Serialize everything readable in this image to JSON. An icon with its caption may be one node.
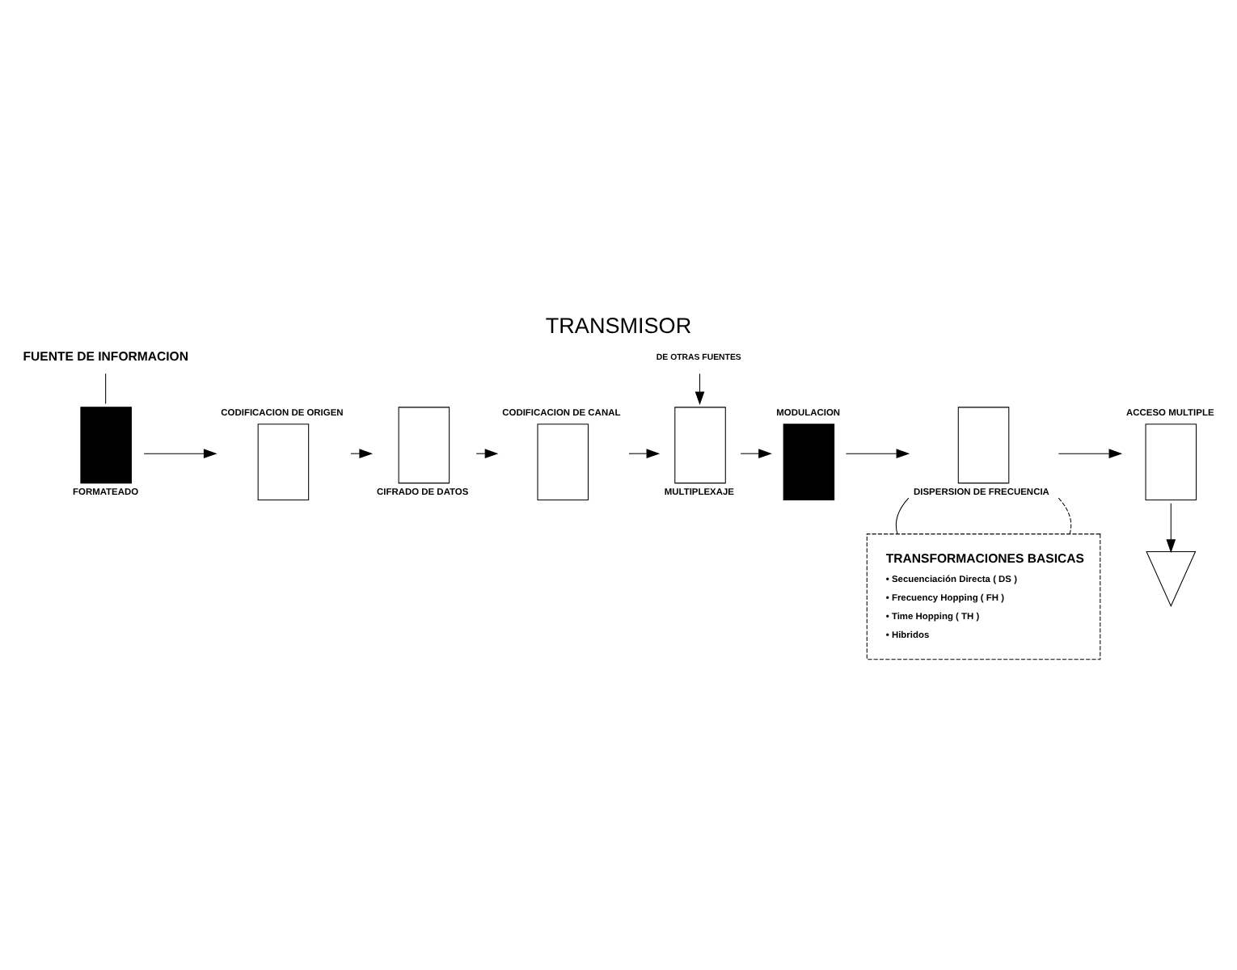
{
  "diagram": {
    "title": "TRANSMISOR",
    "nodes": [
      {
        "text": [
          "FUENTE DE INFORMACION"
        ]
      },
      {
        "text": [
          "FORMATEADO"
        ]
      },
      {
        "text": [
          "CODIFICACION DE ORIGEN"
        ]
      },
      {
        "text": [
          "CIFRADO DE DATOS"
        ]
      },
      {
        "text": [
          "CODIFICACION DE CANAL"
        ]
      },
      {
        "text": [
          "MULTIPLEXAJE"
        ]
      },
      {
        "text": [
          "MODULACION"
        ]
      },
      {
        "text": [
          "DISPERSION DE FRECUENCIA"
        ]
      },
      {
        "text": [
          "ACCESO MULTIPLE"
        ]
      },
      {
        "text": [
          "DE OTRAS FUENTES"
        ]
      },
      {
        "text": [],
        "shape": "triangle"
      },
      {
        "text": [
          "TRANSFORMACIONES BASICAS",
          "• Secuenciación Directa ( DS )",
          "• Frecuency Hopping ( FH )",
          "• Time Hopping ( TH )",
          "• Hibridos"
        ]
      }
    ],
    "edges": [
      {
        "from": 0,
        "to": 1,
        "arrow": "none"
      },
      {
        "from": 1,
        "to": 2,
        "arrow": "to"
      },
      {
        "from": 2,
        "to": 3,
        "arrow": "to"
      },
      {
        "from": 3,
        "to": 4,
        "arrow": "to"
      },
      {
        "from": 4,
        "to": 5,
        "arrow": "to"
      },
      {
        "from": 5,
        "to": 6,
        "arrow": "to"
      },
      {
        "from": 6,
        "to": 7,
        "arrow": "to"
      },
      {
        "from": 7,
        "to": 8,
        "arrow": "to"
      },
      {
        "from": 9,
        "to": 5,
        "arrow": "to"
      },
      {
        "from": 8,
        "to": 10,
        "arrow": "to"
      },
      {
        "from": 7,
        "to": 11,
        "arrow": "none",
        "style": "dashed"
      },
      {
        "from": 7,
        "to": 11,
        "arrow": "none"
      }
    ]
  }
}
